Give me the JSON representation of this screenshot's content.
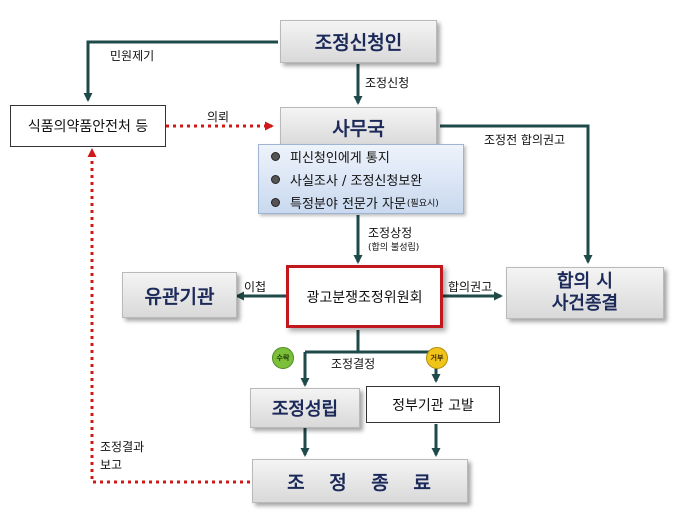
{
  "nodes": {
    "applicant": "조정신청인",
    "food_agency": "식품의약품안전처 등",
    "secretariat": "사무국",
    "committee": "광고분쟁조정위원회",
    "related_agency": "유관기관",
    "settlement": {
      "line1": "합의 시",
      "line2": "사건종결"
    },
    "established": "조정성립",
    "complaint": "정부기관 고발",
    "termination": "조 정 종 료"
  },
  "tasks": [
    "피신청인에게 통지",
    "사실조사 / 조정신청보완",
    "특정분야 전문가 자문"
  ],
  "task_note": "(필요시)",
  "edges": {
    "complaint_raise": "민원제기",
    "application": "조정신청",
    "request": "의뢰",
    "pre_recommend": "조정전 합의권고",
    "refer": {
      "line1": "조정상정",
      "line2": "(합의 불성립)"
    },
    "transfer": "이첩",
    "recommend": "합의권고",
    "decision": "조정결정",
    "result_report": {
      "line1": "조정결과",
      "line2": "보고"
    }
  },
  "badges": {
    "accept": "수락",
    "reject": "거부"
  },
  "colors": {
    "arrow": "#1f4a4a",
    "dotted_arrow": "#d01818",
    "badge_accept": "#7cbf3a",
    "badge_reject": "#f0c419",
    "committee_border": "#c0181c"
  }
}
